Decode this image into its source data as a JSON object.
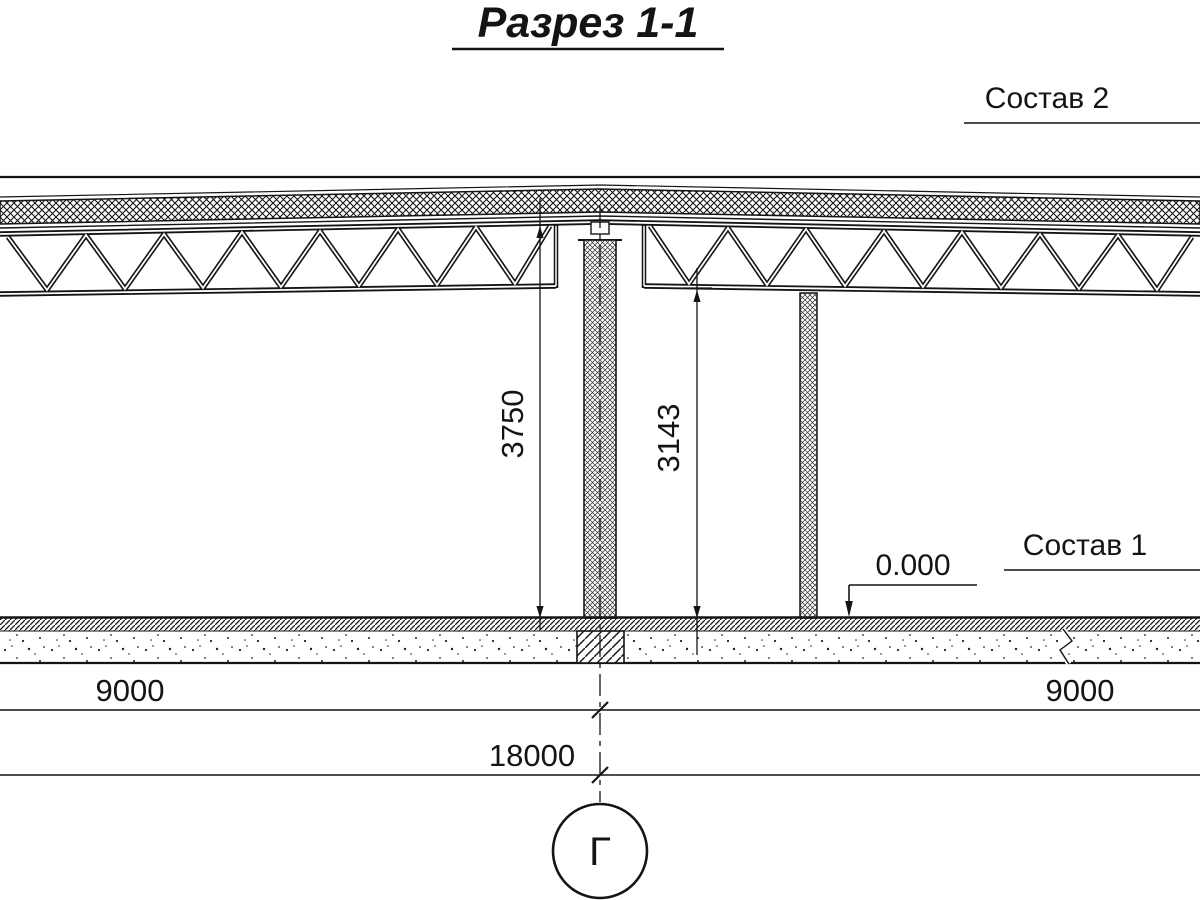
{
  "drawing": {
    "title": "Разрез 1-1",
    "axis_label": "Г"
  },
  "callouts": {
    "roof_composition": "Состав 2",
    "floor_composition": "Состав 1",
    "elevation_zero": "0.000"
  },
  "dimensions": {
    "height_floor_to_roof": "3750",
    "height_clear": "3143",
    "bay_left": "9000",
    "bay_right": "9000",
    "total_span": "18000"
  }
}
